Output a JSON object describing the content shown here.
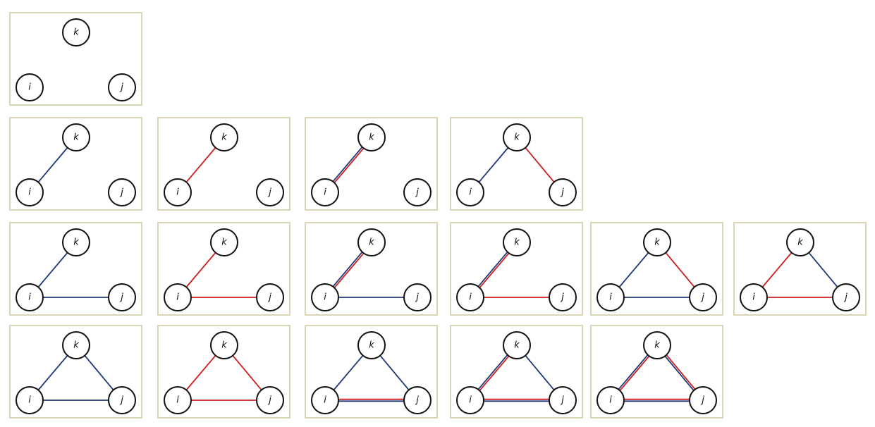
{
  "nodes": [
    {
      "id": "k",
      "label": "k"
    },
    {
      "id": "i",
      "label": "i"
    },
    {
      "id": "j",
      "label": "j"
    }
  ],
  "colors": {
    "blue": "#1f3a78",
    "red": "#cc1f1f"
  },
  "rows": [
    [
      []
    ],
    [
      [
        {
          "from": "i",
          "to": "k",
          "colors": [
            "blue"
          ]
        }
      ],
      [
        {
          "from": "i",
          "to": "k",
          "colors": [
            "red"
          ]
        }
      ],
      [
        {
          "from": "i",
          "to": "k",
          "colors": [
            "blue",
            "red"
          ]
        }
      ],
      [
        {
          "from": "i",
          "to": "k",
          "colors": [
            "blue"
          ]
        },
        {
          "from": "k",
          "to": "j",
          "colors": [
            "red"
          ]
        }
      ]
    ],
    [
      [
        {
          "from": "i",
          "to": "k",
          "colors": [
            "blue"
          ]
        },
        {
          "from": "i",
          "to": "j",
          "colors": [
            "blue"
          ]
        }
      ],
      [
        {
          "from": "i",
          "to": "k",
          "colors": [
            "red"
          ]
        },
        {
          "from": "i",
          "to": "j",
          "colors": [
            "red"
          ]
        }
      ],
      [
        {
          "from": "i",
          "to": "k",
          "colors": [
            "blue",
            "red"
          ]
        },
        {
          "from": "i",
          "to": "j",
          "colors": [
            "blue"
          ]
        }
      ],
      [
        {
          "from": "i",
          "to": "k",
          "colors": [
            "blue",
            "red"
          ]
        },
        {
          "from": "i",
          "to": "j",
          "colors": [
            "red"
          ]
        }
      ],
      [
        {
          "from": "i",
          "to": "k",
          "colors": [
            "blue"
          ]
        },
        {
          "from": "k",
          "to": "j",
          "colors": [
            "red"
          ]
        },
        {
          "from": "i",
          "to": "j",
          "colors": [
            "blue"
          ]
        }
      ],
      [
        {
          "from": "i",
          "to": "k",
          "colors": [
            "red"
          ]
        },
        {
          "from": "k",
          "to": "j",
          "colors": [
            "blue"
          ]
        },
        {
          "from": "i",
          "to": "j",
          "colors": [
            "red"
          ]
        }
      ]
    ],
    [
      [
        {
          "from": "i",
          "to": "k",
          "colors": [
            "blue"
          ]
        },
        {
          "from": "k",
          "to": "j",
          "colors": [
            "blue"
          ]
        },
        {
          "from": "i",
          "to": "j",
          "colors": [
            "blue"
          ]
        }
      ],
      [
        {
          "from": "i",
          "to": "k",
          "colors": [
            "red"
          ]
        },
        {
          "from": "k",
          "to": "j",
          "colors": [
            "red"
          ]
        },
        {
          "from": "i",
          "to": "j",
          "colors": [
            "red"
          ]
        }
      ],
      [
        {
          "from": "i",
          "to": "k",
          "colors": [
            "blue"
          ]
        },
        {
          "from": "k",
          "to": "j",
          "colors": [
            "blue"
          ]
        },
        {
          "from": "i",
          "to": "j",
          "colors": [
            "red",
            "blue"
          ]
        }
      ],
      [
        {
          "from": "i",
          "to": "k",
          "colors": [
            "blue",
            "red"
          ]
        },
        {
          "from": "k",
          "to": "j",
          "colors": [
            "blue"
          ]
        },
        {
          "from": "i",
          "to": "j",
          "colors": [
            "red",
            "blue"
          ]
        }
      ],
      [
        {
          "from": "i",
          "to": "k",
          "colors": [
            "blue",
            "red"
          ]
        },
        {
          "from": "k",
          "to": "j",
          "colors": [
            "red",
            "blue"
          ]
        },
        {
          "from": "i",
          "to": "j",
          "colors": [
            "red",
            "blue"
          ]
        }
      ]
    ]
  ]
}
